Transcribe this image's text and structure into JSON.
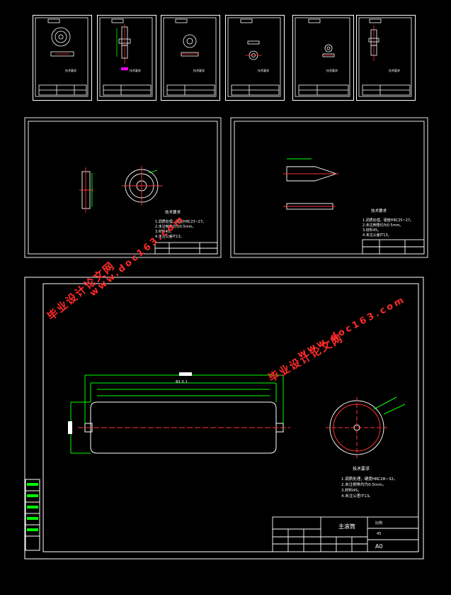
{
  "colors": {
    "background": "#000000",
    "border": "#ffffff",
    "dimension": "#00ff00",
    "outline": "#ffffff",
    "centerline": "#ff3030",
    "part": "#ffffff",
    "accent": "#ff00ff",
    "watermark": "#ff2a2a"
  },
  "watermark": {
    "cn_text": "毕业设计论文网",
    "url_text": "www.doc163.com"
  },
  "main_sheet": {
    "notes_title": "技术要求",
    "notes": [
      "1.调质处理，硬度HRC28~32。",
      "2.未注倒角均为0.5mm。",
      "3.材料45。",
      "4.未注公差IT13。"
    ],
    "title_block": {
      "drawing_name": "主滚筒",
      "material": "45",
      "size": "A0",
      "company": "比例"
    },
    "dim_label": "Φ1:0.1"
  },
  "mid_left_sheet": {
    "notes_title": "技术要求",
    "notes": [
      "1.调质处理，硬度HRC23~27。",
      "2.未注倒角均为0.5mm。",
      "3.材料45。",
      "4.未注公差IT13。"
    ]
  },
  "mid_right_sheet": {
    "notes_title": "技术要求",
    "notes": [
      "1.调质处理，硬度HRC25~27。",
      "2.未注倒角均为0.5mm。",
      "3.材料45。",
      "4.未注公差IT13。"
    ]
  },
  "small_sheets": [
    {
      "name": "sheet-1",
      "notes_title": "技术要求"
    },
    {
      "name": "sheet-2",
      "notes_title": "技术要求"
    },
    {
      "name": "sheet-3",
      "notes_title": "技术要求"
    },
    {
      "name": "sheet-4",
      "notes_title": "技术要求"
    },
    {
      "name": "sheet-5",
      "notes_title": "技术要求"
    },
    {
      "name": "sheet-6",
      "notes_title": "技术要求"
    }
  ]
}
